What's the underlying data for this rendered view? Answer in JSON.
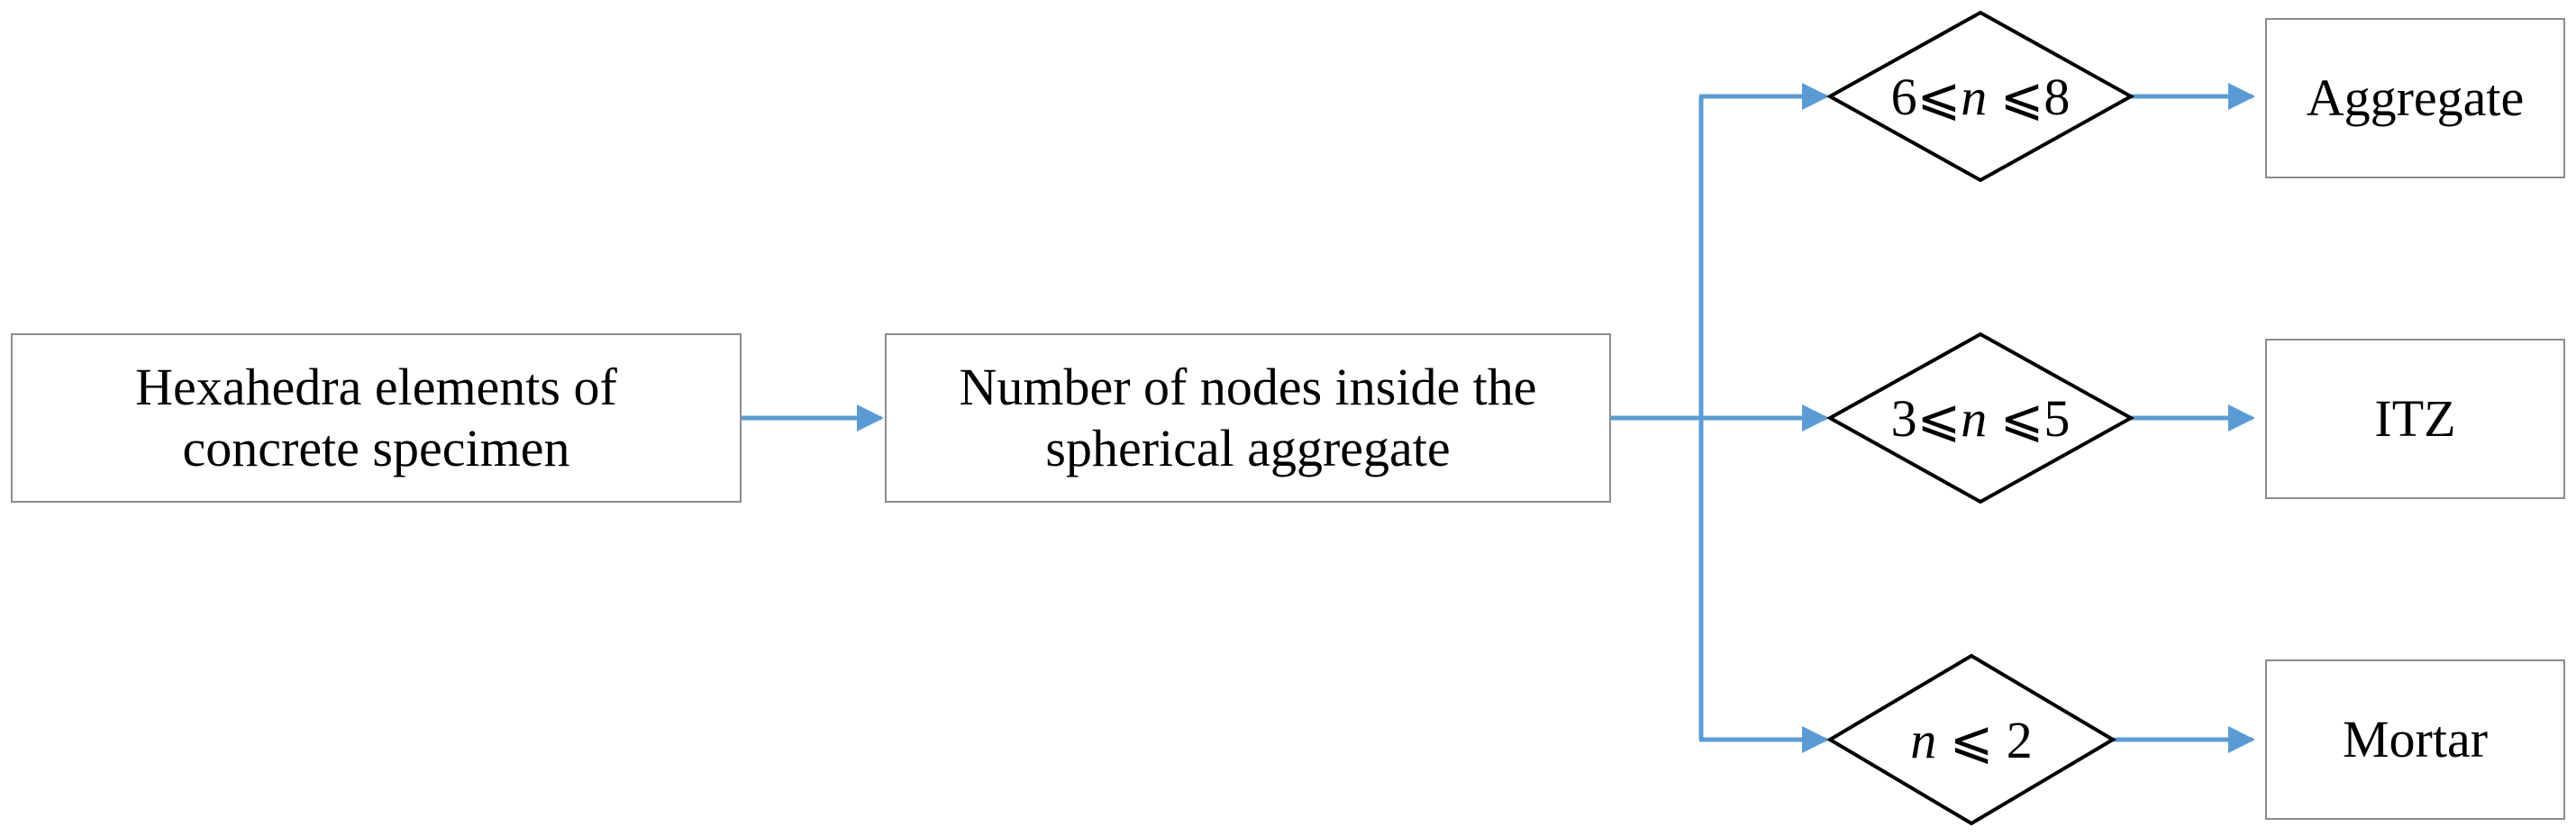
{
  "colors": {
    "arrow": "#5b9bd5",
    "box_border": "#8c8c8c",
    "diamond_border": "#000000",
    "text": "#000000"
  },
  "start_box": {
    "line1": "Hexahedra elements of",
    "line2": "concrete specimen"
  },
  "count_box": {
    "line1": "Number of nodes inside the",
    "line2": "spherical aggregate"
  },
  "conditions": [
    {
      "pre": "6⩽",
      "var": "n",
      "post": " ⩽8"
    },
    {
      "pre": "3⩽",
      "var": "n",
      "post": " ⩽5"
    },
    {
      "pre": "",
      "var": "n",
      "post": " ⩽ 2"
    }
  ],
  "outputs": [
    "Aggregate",
    "ITZ",
    "Mortar"
  ]
}
